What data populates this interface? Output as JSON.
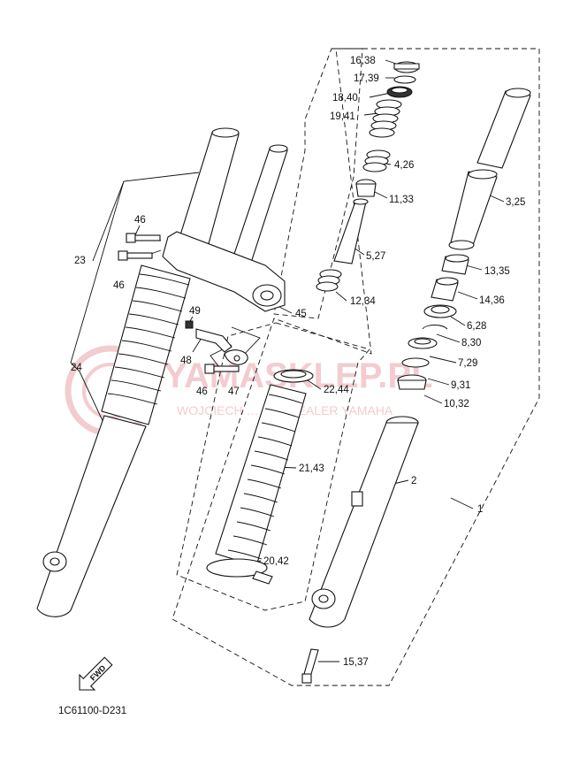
{
  "callouts": {
    "c16_38": "16,38",
    "c17_39": "17,39",
    "c18_40": "18,40",
    "c19_41": "19,41",
    "c4_26": "4,26",
    "c11_33": "11,33",
    "c3_25": "3,25",
    "c5_27": "5,27",
    "c13_35": "13,35",
    "c12_34": "12,34",
    "c14_36": "14,36",
    "c6_28": "6,28",
    "c8_30": "8,30",
    "c7_29": "7,29",
    "c9_31": "9,31",
    "c10_32": "10,32",
    "c2": "2",
    "c1": "1",
    "c22_44": "22,44",
    "c21_43": "21,43",
    "c20_42": "20,42",
    "c15_37": "15,37",
    "c45": "45",
    "c46a": "46",
    "c46b": "46",
    "c46c": "46",
    "c23": "23",
    "c24": "24",
    "c49": "49",
    "c48": "48",
    "c47": "47"
  },
  "fwd_label": "FWD",
  "diagram_code": "1C61100-D231",
  "watermark": {
    "brand": "YAMASKLEP.PL",
    "tagline": "WOJCIECH … CZ | DEALER YAMAHA",
    "color": "#e8a3a8"
  }
}
